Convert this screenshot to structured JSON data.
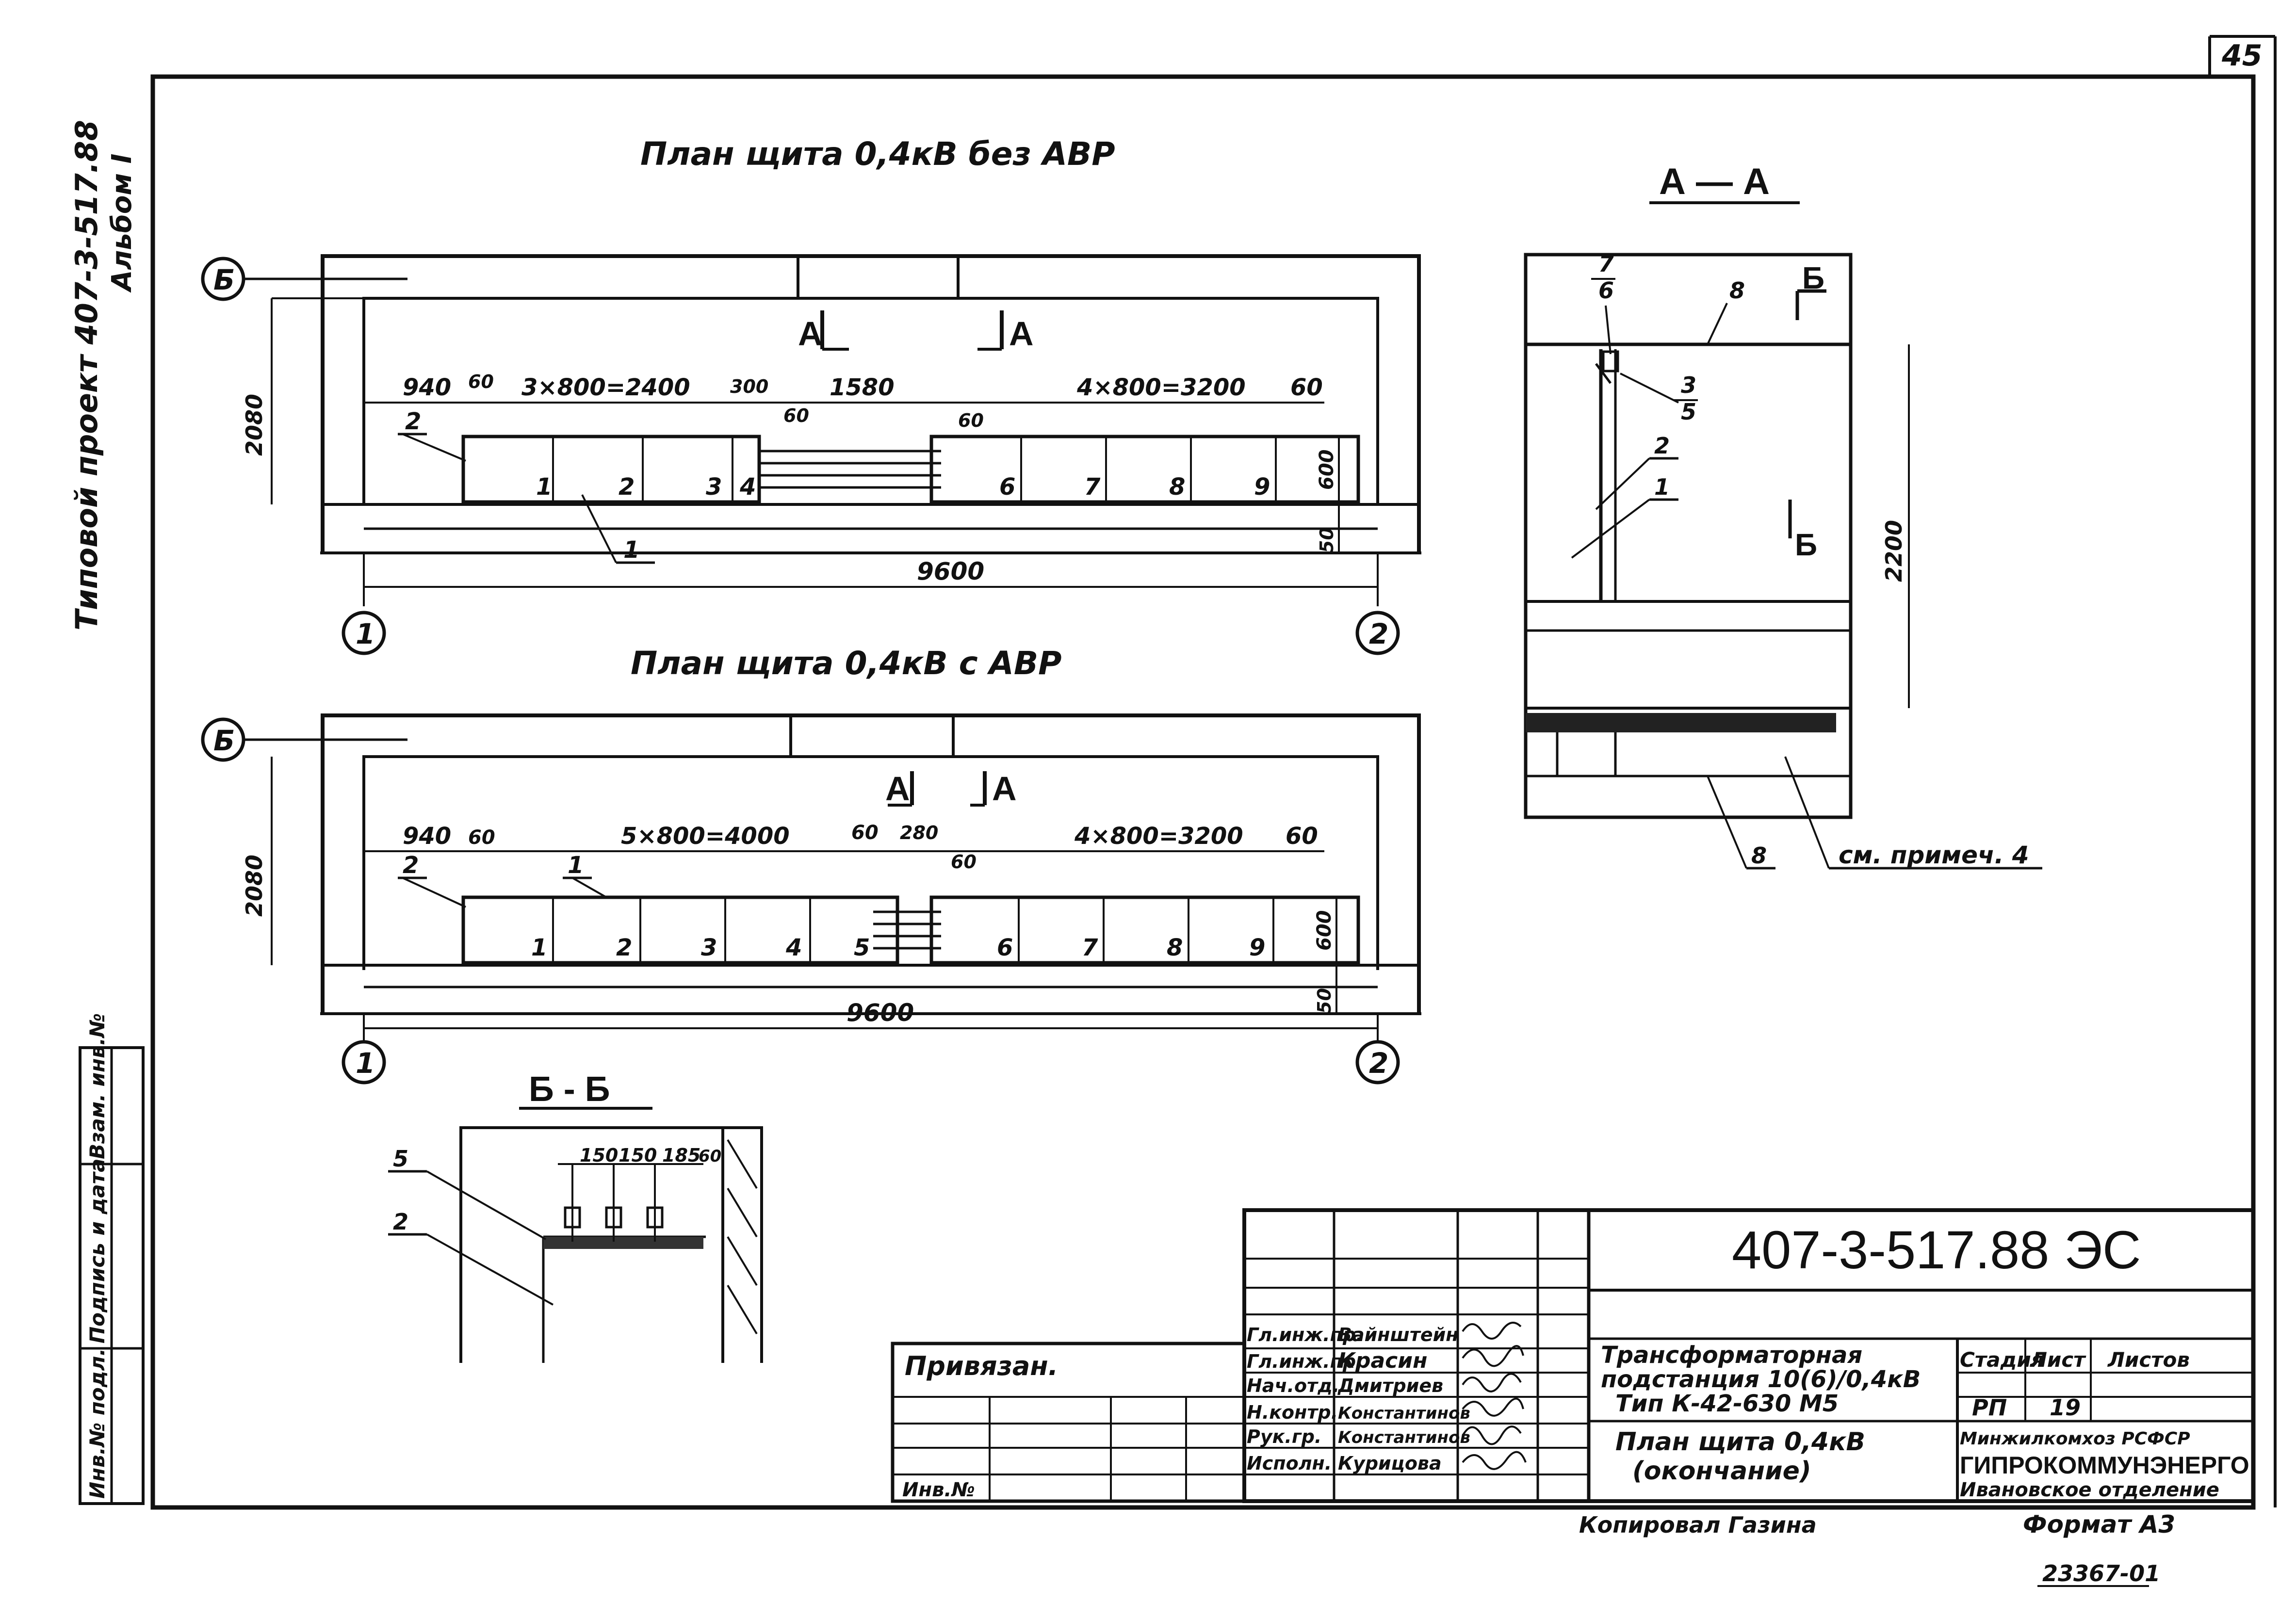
{
  "sheet": {
    "number": "45",
    "format": "Формат А3",
    "copied_by": "Копировал Газина",
    "archive_no": "23367-01"
  },
  "side_strip": {
    "line1": "Типовой проект 407-3-517.88",
    "line2": "Альбом I"
  },
  "left_columns": [
    "Инв.№ подл.",
    "Подпись и дата",
    "Взам. инв.№"
  ],
  "plan1": {
    "title": "План щита 0,4кВ без АВР",
    "axis_left": "1",
    "axis_right": "2",
    "axis_row": "Б",
    "section_mark": "А",
    "dims_top": [
      "940",
      "60",
      "3×800=2400",
      "300",
      "1580",
      "4×800=3200",
      "60"
    ],
    "dims_inner": [
      "60",
      "60"
    ],
    "dim_height": "2080",
    "dim_right": "600",
    "dim_small": "50",
    "dim_total": "9600",
    "panels": [
      "1",
      "2",
      "3",
      "4",
      "6",
      "7",
      "8",
      "9"
    ],
    "callouts": [
      "2",
      "1"
    ]
  },
  "plan2": {
    "title": "План щита 0,4кВ с АВР",
    "axis_left": "1",
    "axis_right": "2",
    "axis_row": "Б",
    "section_mark": "А",
    "dims_top": [
      "940",
      "60",
      "5×800=4000",
      "60",
      "280",
      "4×800=3200",
      "60"
    ],
    "dims_inner": [
      "60"
    ],
    "dim_height": "2080",
    "dim_right": "600",
    "dim_small": "50",
    "dim_total": "9600",
    "panels": [
      "1",
      "2",
      "3",
      "4",
      "5",
      "6",
      "7",
      "8",
      "9"
    ],
    "callouts": [
      "2",
      "1"
    ]
  },
  "section_aa": {
    "title": "А — А",
    "mark": "Б",
    "callouts": [
      "7",
      "6",
      "3",
      "5",
      "2",
      "1",
      "8"
    ],
    "dim_height": "2200",
    "note": "см. примеч. 4"
  },
  "section_bb": {
    "title": "Б - Б",
    "dims": [
      "150",
      "150",
      "185",
      "60"
    ],
    "callouts": [
      "5",
      "2"
    ]
  },
  "title_block": {
    "code": "407-3-517.88 ЭС",
    "privyazan": "Привязан.",
    "inv_no": "Инв.№",
    "roles": [
      "Гл.инж.пр.",
      "Гл.инж.пр.",
      "Нач.отд.",
      "Н.контр.",
      "Рук.гр.",
      "Исполн."
    ],
    "names": [
      "Вайнштейн",
      "Красин",
      "Дмитриев",
      "Константинов",
      "Константинов",
      "Курицова"
    ],
    "description": [
      "Трансформаторная",
      "подстанция 10(6)/0,4кВ",
      "Тип К-42-630 М5"
    ],
    "sheet_title": [
      "План щита 0,4кВ",
      "(окончание)"
    ],
    "stage_label": "Стадия",
    "sheet_label": "Лист",
    "sheets_label": "Листов",
    "stage": "РП",
    "sheet": "19",
    "org": [
      "Минжилкомхоз РСФСР",
      "ГИПРОКОММУНЭНЕРГО",
      "Ивановское отделение"
    ]
  }
}
